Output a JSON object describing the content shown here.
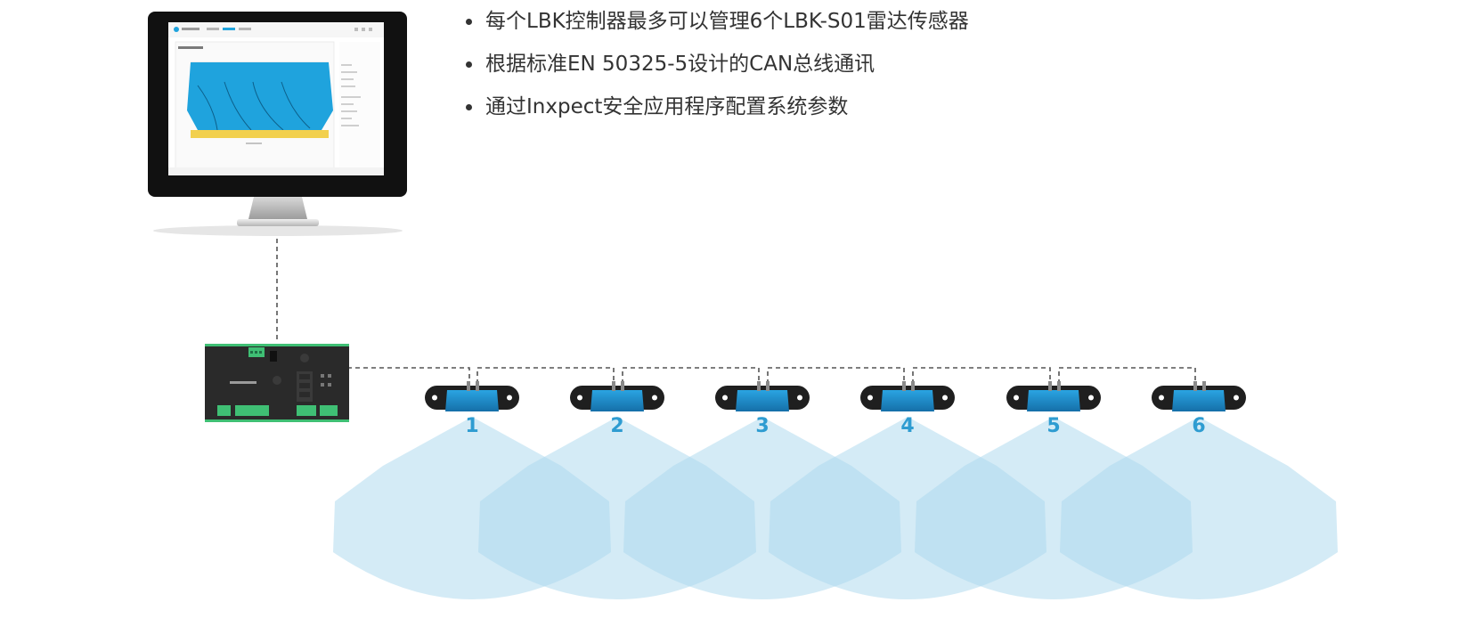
{
  "features": [
    "每个LBK控制器最多可以管理6个LBK-S01雷达传感器",
    "根据标准EN 50325-5设计的CAN总线通讯",
    "通过Inxpect安全应用程序配置系统参数"
  ],
  "sensors": [
    {
      "label": "1",
      "icon": "radar-sensor-icon"
    },
    {
      "label": "2",
      "icon": "radar-sensor-icon"
    },
    {
      "label": "3",
      "icon": "radar-sensor-icon"
    },
    {
      "label": "4",
      "icon": "radar-sensor-icon"
    },
    {
      "label": "5",
      "icon": "radar-sensor-icon"
    },
    {
      "label": "6",
      "icon": "radar-sensor-icon"
    }
  ],
  "devices": {
    "monitor_icon": "computer-monitor-icon",
    "controller_icon": "lbk-controller-icon"
  },
  "colors": {
    "text": "#333333",
    "accent_blue": "#2e9cd1",
    "sensor_body": "#1e8fd0",
    "detection_field": "#aad7ee",
    "controller_board": "#2a2a2a",
    "terminal_green": "#3fbf74",
    "cable": "#555555",
    "monitor_frame": "#111111",
    "screen_field_blue": "#1fa3dd",
    "screen_floor_yellow": "#f2d04e"
  }
}
